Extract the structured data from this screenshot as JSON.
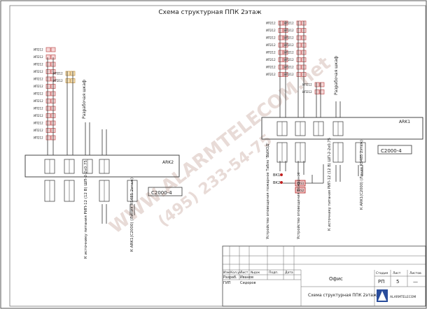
{
  "sheet": {
    "title": "Схема структурная ППК 2этаж"
  },
  "watermark": {
    "line1": "WWW.ALARMTELECOM.net",
    "line2": "(495) 233-54-75"
  },
  "left_block": {
    "sensor_labels": [
      "ИП212",
      "ИП212",
      "ИП212",
      "ИП212",
      "ИП212",
      "ИП212",
      "ИП212",
      "ИП212",
      "ИП212",
      "ИП212",
      "ИП212",
      "ИП212",
      "ИП212"
    ],
    "sensor_labels_b": [
      "ИП212",
      "ИП212"
    ],
    "box_label": "ARK2",
    "device_label": "C2000-4",
    "socket_note": "Разрабочая шкаф",
    "power_note": "К источнику питания РИП-12 (12 В) ШП-2-2х0.75",
    "rs485_note": "К ARK1(C2000) (Линия RS485 2этаж)"
  },
  "right_block": {
    "sensor_labels": [
      "ИП212",
      "ИП212",
      "ИП212",
      "ИП212",
      "ИП212",
      "ИП212",
      "ИП212",
      "ИП212"
    ],
    "sensor_labels_b": [
      "ИП212",
      "ИП212",
      "ИП212",
      "ИП212",
      "ИП212",
      "ИП212",
      "ИП212",
      "ИП212"
    ],
    "sensor_labels_c": [
      "ИП212",
      "ИП212"
    ],
    "box_label": "ARK1",
    "device_label": "C2000-4",
    "socket_note": "Разрабочая шкаф",
    "vk_labels": [
      "ВК1",
      "ВК2"
    ],
    "bks_labels": [
      "BKS1",
      "BKS2"
    ],
    "note_a": "Устройство оповещения пожарное Табло 'ВЫХОД'",
    "note_b": "Устройство оповещения пожарное",
    "power_note": "К источнику питания РИП-12 (12 В) ШП-2-2х0.75",
    "rs485_note": "К ARK1(C2000) (Линия RS485 2этаж)"
  },
  "title_block": {
    "col_headers": [
      "Изм",
      "Кол.уч",
      "Лист",
      "№док",
      "Подп.",
      "Дата"
    ],
    "row_razrab": "Разраб.",
    "razrab_name": "Иванов",
    "row_gip": "ГИП",
    "gip_name": "Сидоров",
    "object_name": "Офис",
    "drawing_name": "Схема структурная ППК 2этаж",
    "stage_header": "Стадия",
    "sheet_header": "Лист",
    "sheets_header": "Листов",
    "stage_value": "РП",
    "sheet_value": "5",
    "sheets_value": "—",
    "company": "ALARMTELECOM"
  }
}
